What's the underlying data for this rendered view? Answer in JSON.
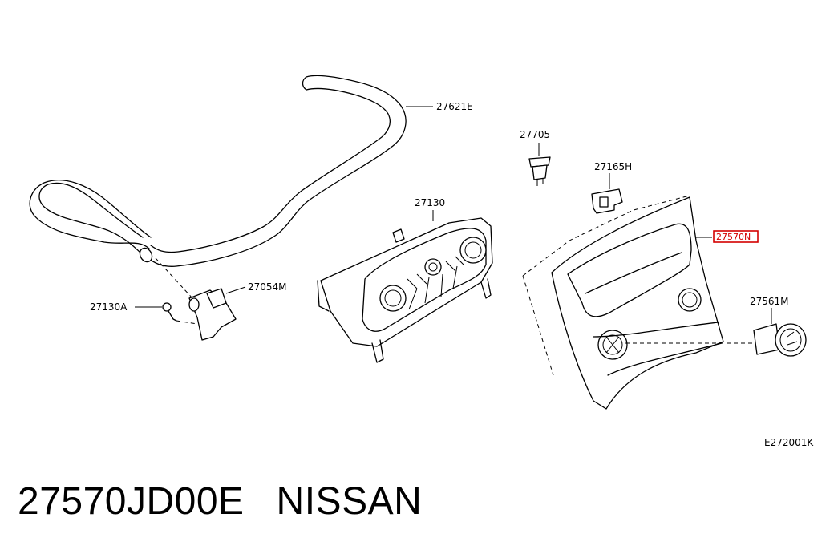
{
  "diagram": {
    "callouts": {
      "hose": "27621E",
      "clip": "27705",
      "fastener": "27165H",
      "control_unit": "27130",
      "sensor": "27054M",
      "screw": "27130A",
      "finisher": "27570N",
      "switch": "27561M",
      "figure_code": "E272001K"
    }
  },
  "caption": {
    "part_number": "27570JD00E",
    "brand": "NISSAN"
  },
  "colors": {
    "highlight": "#d40000",
    "ink": "#000000"
  }
}
